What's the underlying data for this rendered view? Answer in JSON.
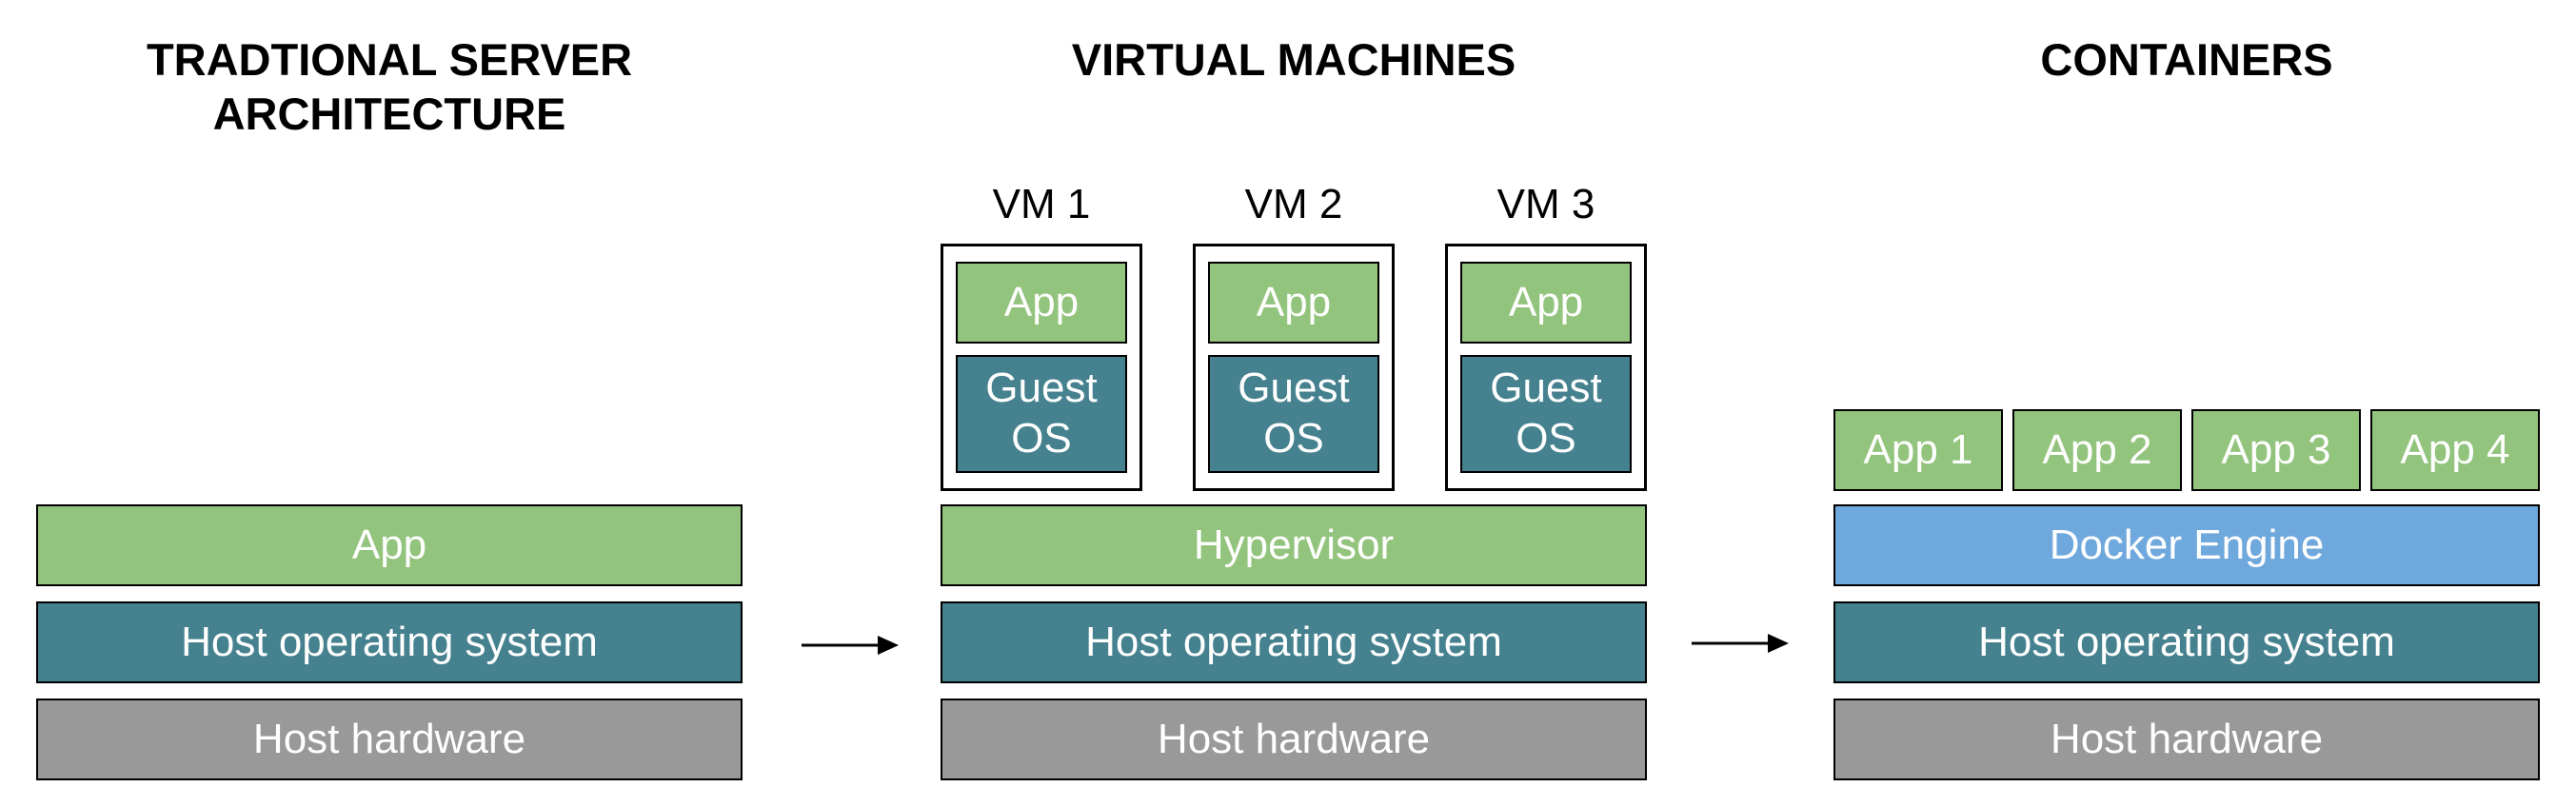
{
  "traditional": {
    "title": "TRADTIONAL SERVER\nARCHITECTURE",
    "app": "App",
    "host_os": "Host operating system",
    "host_hw": "Host hardware"
  },
  "virtual_machines": {
    "title": "VIRTUAL MACHINES",
    "vms": [
      {
        "label": "VM 1",
        "app": "App",
        "guest_os": "Guest\nOS"
      },
      {
        "label": "VM 2",
        "app": "App",
        "guest_os": "Guest\nOS"
      },
      {
        "label": "VM 3",
        "app": "App",
        "guest_os": "Guest\nOS"
      }
    ],
    "hypervisor": "Hypervisor",
    "host_os": "Host operating system",
    "host_hw": "Host hardware"
  },
  "containers": {
    "title": "CONTAINERS",
    "apps": [
      "App 1",
      "App 2",
      "App 3",
      "App 4"
    ],
    "engine": "Docker Engine",
    "host_os": "Host operating system",
    "host_hw": "Host hardware"
  },
  "colors": {
    "app_green": "#93c47d",
    "os_teal": "#45818e",
    "hardware_gray": "#999999",
    "engine_blue": "#6fa8dc"
  }
}
